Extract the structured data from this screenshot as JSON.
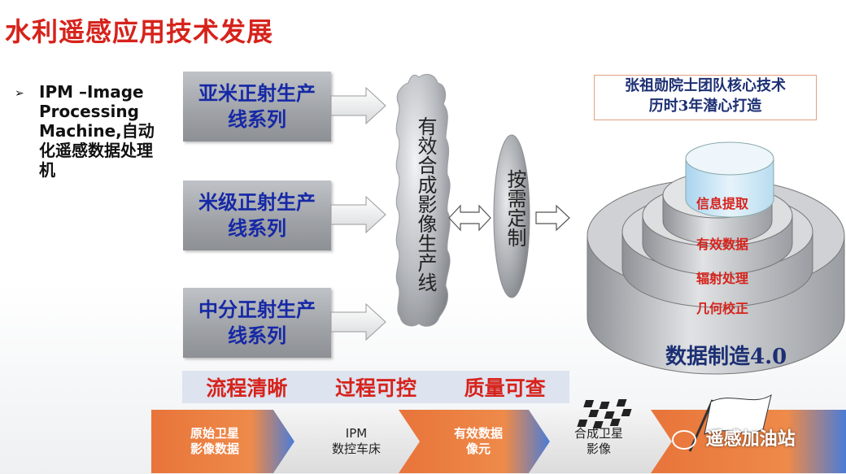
{
  "title": "水利遥感应用技术发展",
  "bullet": {
    "marker": "➢",
    "text": "IPM –Image Processing Machine,自动化遥感数据处理机"
  },
  "series": [
    {
      "line1": "亚米正射生产",
      "line2": "线系列"
    },
    {
      "line1": "米级正射生产",
      "line2": "线系列"
    },
    {
      "line1": "中分正射生产",
      "line2": "线系列"
    }
  ],
  "production_line": "有效合成影像生产线",
  "on_demand": "按需定制",
  "note": {
    "line1": "张祖勋院士团队核心技术",
    "line2": "历时3年潜心打造"
  },
  "layers": [
    "信息提取",
    "有效数据",
    "辐射处理",
    "几何校正"
  ],
  "pyramid_caption": "数据制造4.0",
  "banner": [
    "流程清晰",
    "过程可控",
    "质量可查"
  ],
  "pipeline": [
    {
      "line1": "原始卫星",
      "line2": "影像数据",
      "style": "orange"
    },
    {
      "line1": "IPM",
      "line2": "数控车床",
      "style": "gray"
    },
    {
      "line1": "有效数据",
      "line2": "像元",
      "style": "orange"
    },
    {
      "line1": "合成卫星",
      "line2": "影像",
      "style": "gray"
    }
  ],
  "watermark": "遥感加油站",
  "colors": {
    "title": "#d6231c",
    "series_text": "#1628a6",
    "layer_text": "#d6231c",
    "arrow_orange": "#e8743a"
  }
}
